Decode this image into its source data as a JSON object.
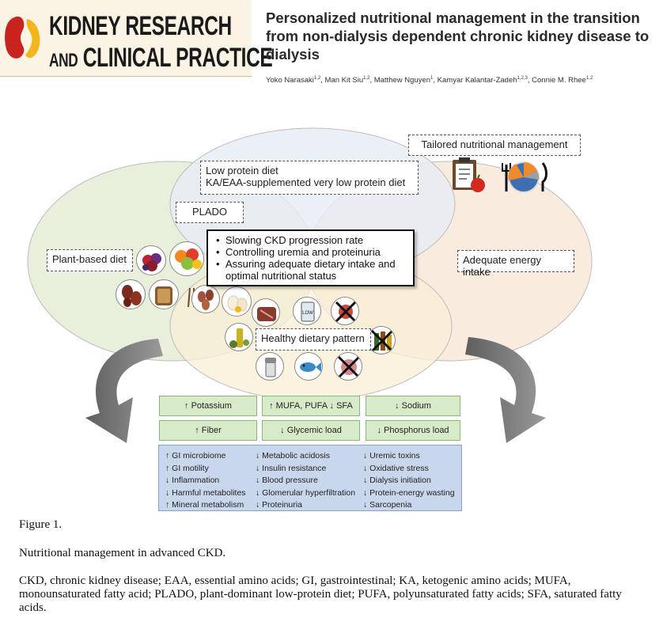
{
  "journal": {
    "line1": "KIDNEY RESEARCH",
    "line2_and": "AND",
    "line2_rest": "CLINICAL PRACTICE",
    "brand_colors": {
      "kidney_red": "#c8231e",
      "kidney_yellow": "#f2b51c"
    }
  },
  "paper": {
    "title": "Personalized nutritional management in the transition from non-dialysis dependent chronic kidney disease to dialysis",
    "authors": [
      {
        "name": "Yoko Narasaki",
        "sup": "1,2"
      },
      {
        "name": "Man Kit Siu",
        "sup": "1,2"
      },
      {
        "name": "Matthew Nguyen",
        "sup": "1"
      },
      {
        "name": "Kamyar Kalantar-Zadeh",
        "sup": "1,2,3"
      },
      {
        "name": "Connie M. Rhee",
        "sup": "1,2"
      }
    ]
  },
  "figure": {
    "tailored": "Tailored nutritional management",
    "low_protein": [
      "Low protein diet",
      "KA/EAA-supplemented very low protein diet"
    ],
    "plado": "PLADO",
    "plant_based": "Plant-based diet",
    "adequate_energy": "Adequate energy intake",
    "healthy_pattern": "Healthy dietary pattern",
    "center_goals": [
      "Slowing CKD progression rate",
      "Controlling uremia and proteinuria",
      "Assuring adequate dietary intake and optimal nutritional status"
    ],
    "nutrient_row1": [
      "↑ Potassium",
      "↑ MUFA, PUFA ↓ SFA",
      "↓ Sodium"
    ],
    "nutrient_row2": [
      "↑ Fiber",
      "↓ Glycemic load",
      "↓ Phosphorus load"
    ],
    "outcomes_col1": [
      "↑ GI microbiome",
      "↑ GI motility",
      "↓ Inflammation",
      "↓ Harmful metabolites",
      "↑ Mineral metabolism"
    ],
    "outcomes_col2": [
      "↓ Metabolic acidosis",
      "↓ Insulin resistance",
      "↓ Blood pressure",
      "↓ Glomerular hyperfiltration",
      "↓ Proteinuria"
    ],
    "outcomes_col3": [
      "↓ Uremic toxins",
      "↓ Oxidative stress",
      "↓ Dialysis initiation",
      "↓ Protein-energy wasting",
      "↓ Sarcopenia"
    ],
    "low_can_label": "LOW",
    "colors": {
      "plant_circle": "#e6eed8",
      "energy_circle": "#f8e8d8",
      "lowprotein_circle": "#e6ecf5",
      "healthy_circle": "#f9efd6",
      "nutrient_box": "#d7ebc9",
      "outcome_panel": "#c9d7ec",
      "arrow": "#7a7a7a"
    },
    "icons": [
      "fruit-bowl-icon",
      "fruit-basket-icon",
      "beans-icon",
      "bread-icon",
      "grain-icon",
      "nuts-icon",
      "eggs-icon",
      "meat-icon",
      "low-salt-can-icon",
      "no-fastfood-icon",
      "olive-oil-icon",
      "no-alcohol-icon",
      "salt-shaker-icon",
      "fish-icon",
      "no-processed-food-icon",
      "clipboard-apple-icon",
      "plate-fork-knife-icon"
    ]
  },
  "caption": {
    "label": "Figure 1.",
    "title": "Nutritional management in advanced CKD.",
    "abbreviations": "CKD, chronic kidney disease; EAA, essential amino acids; GI, gastrointestinal; KA, ketogenic amino acids; MUFA, monounsaturated fatty acid; PLADO, plant-dominant low-protein diet; PUFA, polyunsaturated fatty acids; SFA, saturated fatty acids."
  }
}
